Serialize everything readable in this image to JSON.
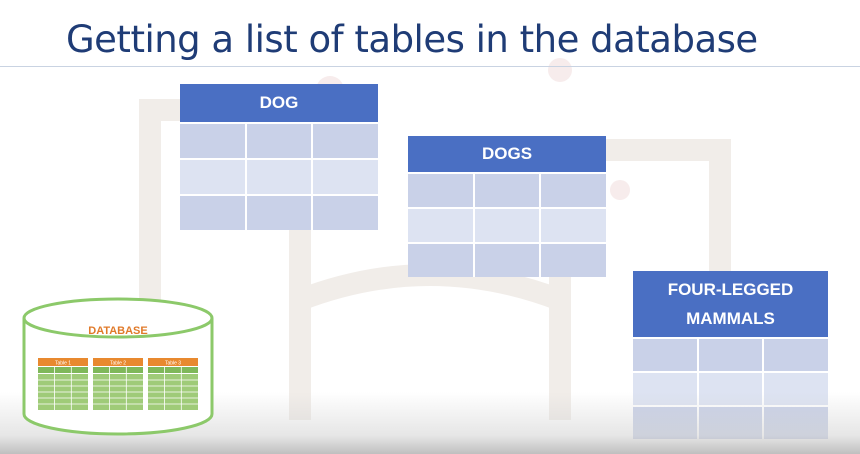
{
  "slide": {
    "title": "Getting a list of tables in the database"
  },
  "tables": [
    {
      "name": "DOG"
    },
    {
      "name": "DOGS"
    },
    {
      "name_line1": "FOUR-LEGGED",
      "name_line2": "MAMMALS"
    }
  ],
  "database_icon": {
    "label": "DATABASE",
    "mini_tables": [
      {
        "title": "Table 1"
      },
      {
        "title": "Table 2"
      },
      {
        "title": "Table 3"
      }
    ]
  },
  "colors": {
    "title": "#1f3c76",
    "table_header": "#4a6fc3",
    "table_cell": "#dde3f2",
    "db_outline": "#8cc96a",
    "db_label": "#e07a2a",
    "mini_header": "#e8892f",
    "mini_row": "#9fcb78"
  }
}
